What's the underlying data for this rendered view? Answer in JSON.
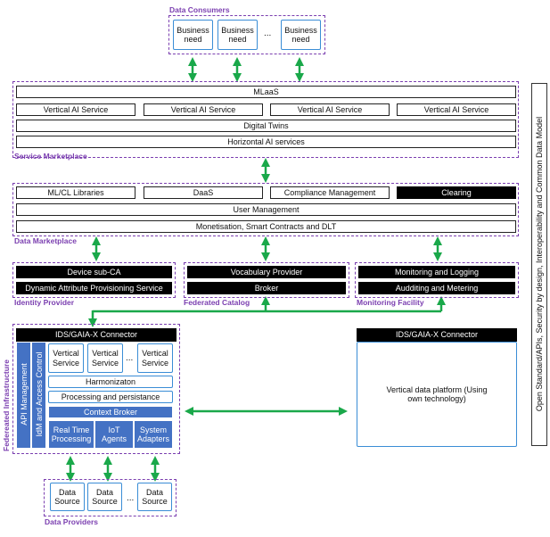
{
  "consumers": {
    "label": "Data Consumers",
    "business_need_1": "Business need",
    "business_need_2": "Business need",
    "ellipsis": "...",
    "business_need_3": "Business need"
  },
  "service_marketplace": {
    "label": "Service Marketplace",
    "mlaas": "MLaaS",
    "vertical_ai_1": "Vertical AI Service",
    "vertical_ai_2": "Vertical AI Service",
    "vertical_ai_3": "Vertical AI Service",
    "vertical_ai_4": "Vertical AI Service",
    "digital_twins": "Digital Twins",
    "horizontal_ai": "Horizontal AI services"
  },
  "data_marketplace": {
    "label": "Data Marketplace",
    "ml_libraries": "ML/CL Libraries",
    "daas": "DaaS",
    "compliance": "Compliance Management",
    "clearing": "Clearing",
    "user_management": "User Management",
    "monetisation": "Monetisation, Smart Contracts and DLT"
  },
  "identity_provider": {
    "label": "Identity Provider",
    "device_ca": "Device sub-CA",
    "dynamic_attr": "Dynamic Attribute Provisioning Service"
  },
  "federated_catalog": {
    "label": "Federated Catalog",
    "vocabulary": "Vocabulary Provider",
    "broker": "Broker"
  },
  "monitoring_facility": {
    "label": "Monitoring Facility",
    "monitoring": "Monitoring and Logging",
    "auditing": "Audditing and Metering"
  },
  "federated_infra": {
    "label": "Federeated Infrastructure",
    "connector": "IDS/GAIA-X Connector",
    "api_management": "API Management",
    "idm": "IdM and Access Control",
    "vertical_service_1": "Vertical Service",
    "vertical_service_2": "Vertical Service",
    "ellipsis": "...",
    "vertical_service_3": "Vertical Service",
    "harmonization": "Harmonizaton",
    "processing": "Processing and persistance",
    "context_broker": "Context Broker",
    "real_time": "Real Time Processing",
    "iot_agents": "IoT Agents",
    "system_adapters": "System Adapters"
  },
  "vertical_platform": {
    "connector": "IDS/GAIA-X Connector",
    "description": "Vertical data platform (Using own technology)"
  },
  "providers": {
    "label": "Data Providers",
    "source_1": "Data Source",
    "source_2": "Data Source",
    "ellipsis": "...",
    "source_3": "Data Source"
  },
  "side_banner": "Open Standard/APIs, Security by design, Interoperability and Common Data Model",
  "colors": {
    "arrow": "#1aa84a",
    "dashed_border": "#7b3fb0",
    "blue_fill": "#4472c4",
    "blue_border": "#3a8dd6"
  }
}
